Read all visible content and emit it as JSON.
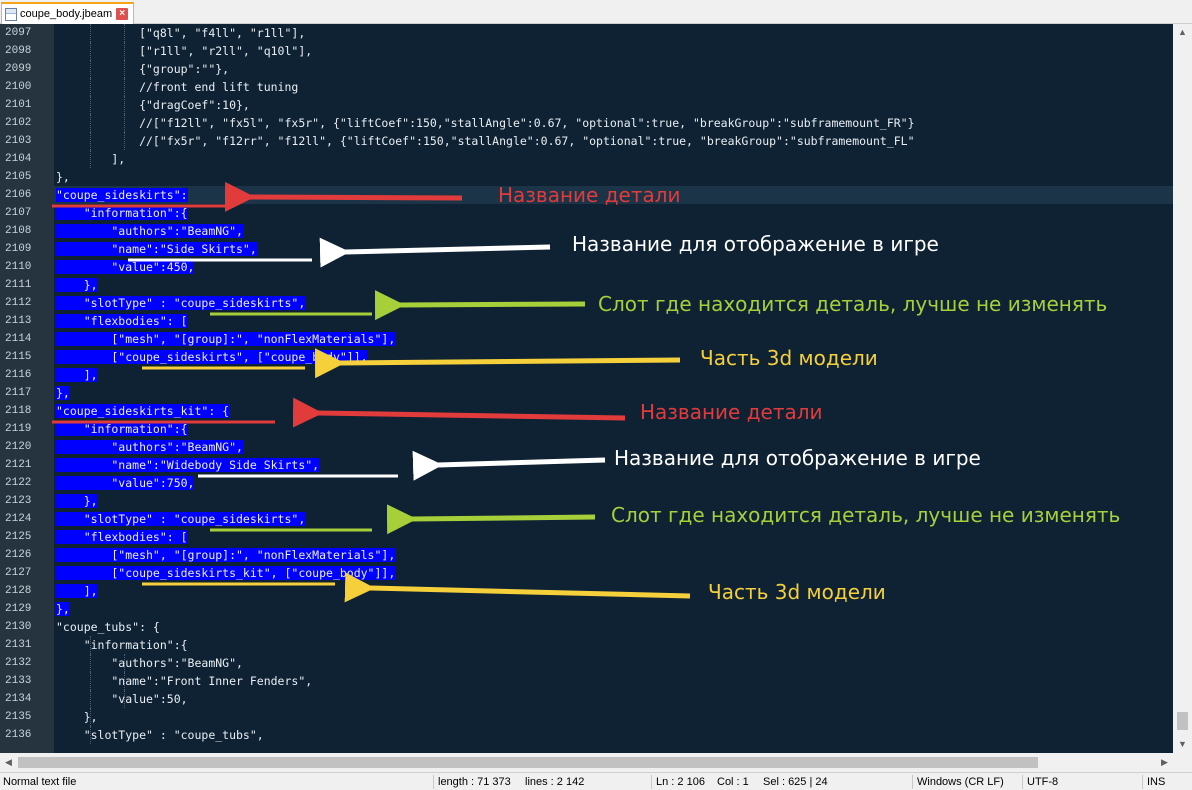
{
  "tab": {
    "label": "coupe_body.jbeam"
  },
  "editor": {
    "current_line": 9,
    "lines": [
      {
        "num": "2097",
        "text": "            [\"q8l\", \"f4ll\", \"r1ll\"],",
        "guides": [
          1,
          2
        ],
        "sel": null
      },
      {
        "num": "2098",
        "text": "            [\"r1ll\", \"r2ll\", \"q10l\"],",
        "guides": [
          1,
          2
        ],
        "sel": null
      },
      {
        "num": "2099",
        "text": "            {\"group\":\"\"},",
        "guides": [
          1,
          2
        ],
        "sel": null
      },
      {
        "num": "2100",
        "text": "            //front end lift tuning",
        "guides": [
          1,
          2
        ],
        "sel": null
      },
      {
        "num": "2101",
        "text": "            {\"dragCoef\":10},",
        "guides": [
          1,
          2
        ],
        "sel": null
      },
      {
        "num": "2102",
        "text": "            //[\"f12ll\", \"fx5l\", \"fx5r\", {\"liftCoef\":150,\"stallAngle\":0.67, \"optional\":true, \"breakGroup\":\"subframemount_FR\"}",
        "guides": [
          1,
          2
        ],
        "sel": null
      },
      {
        "num": "2103",
        "text": "            //[\"fx5r\", \"f12rr\", \"f12ll\", {\"liftCoef\":150,\"stallAngle\":0.67, \"optional\":true, \"breakGroup\":\"subframemount_FL\"",
        "guides": [
          1,
          2
        ],
        "sel": null
      },
      {
        "num": "2104",
        "text": "        ],",
        "guides": [
          1
        ],
        "sel": null
      },
      {
        "num": "2105",
        "text": "},",
        "guides": [],
        "sel": null
      },
      {
        "num": "2106",
        "text": "\"coupe_sideskirts\":",
        "guides": [],
        "sel": "all"
      },
      {
        "num": "2107",
        "text": "    \"information\":{",
        "guides": [],
        "sel": "all"
      },
      {
        "num": "2108",
        "text": "        \"authors\":\"BeamNG\",",
        "guides": [],
        "sel": "all"
      },
      {
        "num": "2109",
        "text": "        \"name\":\"Side Skirts\",",
        "guides": [],
        "sel": "all"
      },
      {
        "num": "2110",
        "text": "        \"value\":450,",
        "guides": [],
        "sel": "all"
      },
      {
        "num": "2111",
        "text": "    },",
        "guides": [],
        "sel": "all"
      },
      {
        "num": "2112",
        "text": "    \"slotType\" : \"coupe_sideskirts\",",
        "guides": [],
        "sel": "all"
      },
      {
        "num": "2113",
        "text": "    \"flexbodies\": [",
        "guides": [],
        "sel": "all"
      },
      {
        "num": "2114",
        "text": "        [\"mesh\", \"[group]:\", \"nonFlexMaterials\"],",
        "guides": [],
        "sel": "all"
      },
      {
        "num": "2115",
        "text": "        [\"coupe_sideskirts\", [\"coupe_body\"]],",
        "guides": [],
        "sel": "all"
      },
      {
        "num": "2116",
        "text": "    ],",
        "guides": [],
        "sel": "all"
      },
      {
        "num": "2117",
        "text": "},",
        "guides": [],
        "sel": "all"
      },
      {
        "num": "2118",
        "text": "\"coupe_sideskirts_kit\": {",
        "guides": [],
        "sel": "all"
      },
      {
        "num": "2119",
        "text": "    \"information\":{",
        "guides": [],
        "sel": "all"
      },
      {
        "num": "2120",
        "text": "        \"authors\":\"BeamNG\",",
        "guides": [],
        "sel": "all"
      },
      {
        "num": "2121",
        "text": "        \"name\":\"Widebody Side Skirts\",",
        "guides": [],
        "sel": "all"
      },
      {
        "num": "2122",
        "text": "        \"value\":750,",
        "guides": [],
        "sel": "all"
      },
      {
        "num": "2123",
        "text": "    },",
        "guides": [],
        "sel": "all"
      },
      {
        "num": "2124",
        "text": "    \"slotType\" : \"coupe_sideskirts\",",
        "guides": [],
        "sel": "all"
      },
      {
        "num": "2125",
        "text": "    \"flexbodies\": [",
        "guides": [],
        "sel": "all"
      },
      {
        "num": "2126",
        "text": "        [\"mesh\", \"[group]:\", \"nonFlexMaterials\"],",
        "guides": [],
        "sel": "all"
      },
      {
        "num": "2127",
        "text": "        [\"coupe_sideskirts_kit\", [\"coupe_body\"]],",
        "guides": [],
        "sel": "all"
      },
      {
        "num": "2128",
        "text": "    ],",
        "guides": [],
        "sel": "all"
      },
      {
        "num": "2129",
        "text": "},",
        "guides": [],
        "sel": "all"
      },
      {
        "num": "2130",
        "text": "\"coupe_tubs\": {",
        "guides": [],
        "sel": null
      },
      {
        "num": "2131",
        "text": "    \"information\":{",
        "guides": [
          1
        ],
        "sel": null
      },
      {
        "num": "2132",
        "text": "        \"authors\":\"BeamNG\",",
        "guides": [
          1,
          2
        ],
        "sel": null
      },
      {
        "num": "2133",
        "text": "        \"name\":\"Front Inner Fenders\",",
        "guides": [
          1,
          2
        ],
        "sel": null
      },
      {
        "num": "2134",
        "text": "        \"value\":50,",
        "guides": [
          1,
          2
        ],
        "sel": null
      },
      {
        "num": "2135",
        "text": "    },",
        "guides": [
          1
        ],
        "sel": null
      },
      {
        "num": "2136",
        "text": "    \"slotType\" : \"coupe_tubs\",",
        "guides": [
          1
        ],
        "sel": null
      }
    ]
  },
  "status": {
    "file_type": "Normal text file",
    "length": "length : 71 373",
    "lines": "lines : 2 142",
    "ln": "Ln : 2 106",
    "col": "Col : 1",
    "sel": "Sel : 625 | 24",
    "eol": "Windows (CR LF)",
    "encoding": "UTF-8",
    "mode": "INS"
  },
  "annotations": {
    "part_name_1": "Название детали",
    "display_name_1": "Название для отображение в игре",
    "slot_1": "Слот где находится деталь, лучше не изменять",
    "model_1": "Часть 3d модели",
    "part_name_2": "Название детали",
    "display_name_2": "Название для отображение в игре",
    "slot_2": "Слот где находится деталь, лучше не изменять",
    "model_2": "Часть 3d модели"
  },
  "colors": {
    "editor_bg": "#0f2233",
    "selection": "#0000ff",
    "red": "#e23b3b",
    "white": "#ffffff",
    "green": "#a6cf3a",
    "yellow": "#f5d03a"
  }
}
